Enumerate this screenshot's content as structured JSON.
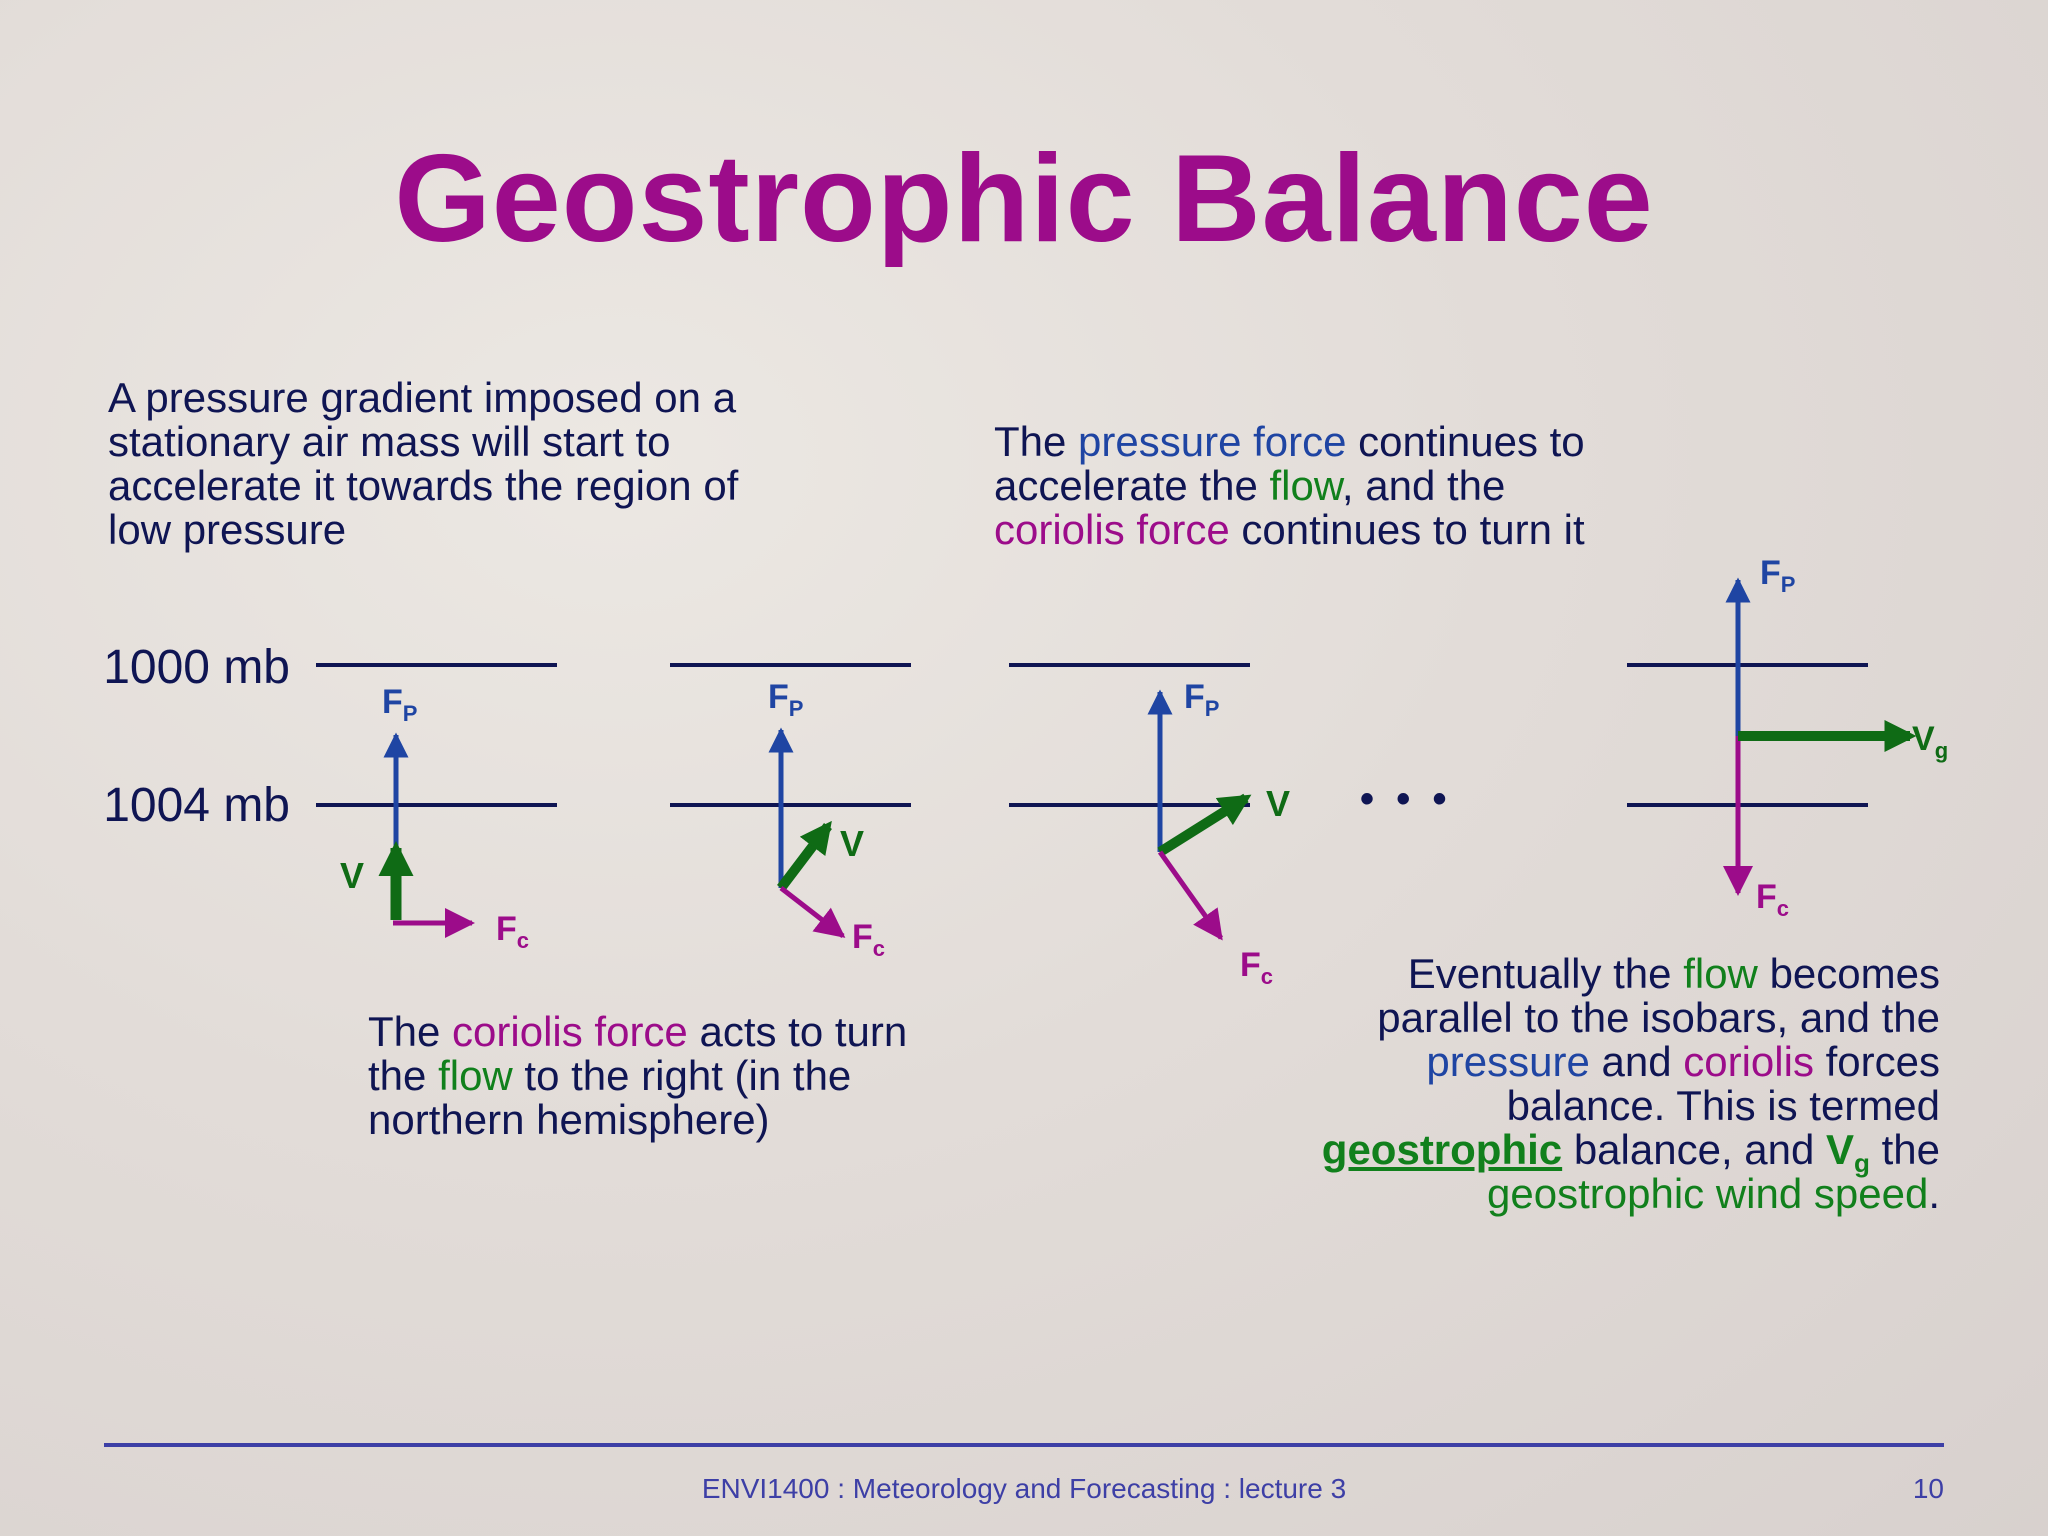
{
  "title": "Geostrophic Balance",
  "text_block_1": "A pressure gradient imposed on a stationary air mass will start to accelerate it towards the region of low pressure",
  "text_block_2": {
    "part1": "The ",
    "pressure_force": "pressure force",
    "part2": " continues to accelerate the ",
    "flow": "flow",
    "part3": ", and the ",
    "coriolis_force": "coriolis force",
    "part4": " continues to turn it"
  },
  "text_block_3": {
    "part1": "The ",
    "coriolis_force": "coriolis force",
    "part2": " acts to turn the ",
    "flow": "flow",
    "part3": " to the right (in the northern hemisphere)"
  },
  "text_block_4": {
    "part1": "Eventually the ",
    "flow": "flow",
    "part2": " becomes parallel to the isobars, and the ",
    "pressure": "pressure",
    "part3": " and ",
    "coriolis": "coriolis",
    "part4": " forces balance. This is termed ",
    "geostrophic": "geostrophic",
    "part5": " balance, and ",
    "vg_main": "V",
    "vg_sub": "g",
    "part6": " the ",
    "geostrophic_wind_speed": "geostrophic wind speed",
    "part7": "."
  },
  "diagram": {
    "isobar_labels": [
      "1000 mb",
      "1004 mb"
    ],
    "label_fp_main": "F",
    "label_fp_sub": "P",
    "label_fc_main": "F",
    "label_fc_sub": "c",
    "label_v": "V",
    "label_vg_main": "V",
    "label_vg_sub": "g",
    "ellipsis": "•  •  •"
  },
  "colors": {
    "pressure_force": "#1f45a3",
    "coriolis_force": "#9c0c8a",
    "velocity": "#0f6b15",
    "isobar": "#0f1553"
  },
  "footer": {
    "course": "ENVI1400 : Meteorology and Forecasting : lecture 3",
    "page_number": "10"
  }
}
